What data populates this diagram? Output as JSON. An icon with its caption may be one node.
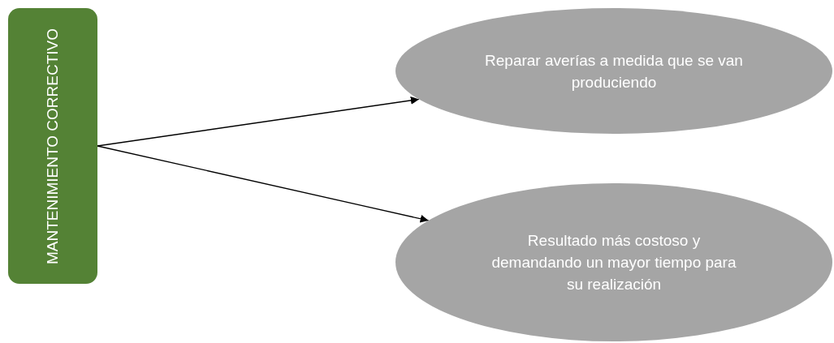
{
  "diagram": {
    "nodes": [
      {
        "text": [
          "MANTENIMIENTO CORRECTIVO"
        ]
      },
      {
        "text": [
          "Reparar averías a medida que se van produciendo"
        ]
      },
      {
        "text": [
          "Resultado más costoso y demandando un mayor tiempo para su realización"
        ]
      }
    ],
    "edges": [
      {
        "from": 0,
        "to": 1,
        "arrow": "to"
      },
      {
        "from": 0,
        "to": 2,
        "arrow": "to"
      }
    ]
  }
}
